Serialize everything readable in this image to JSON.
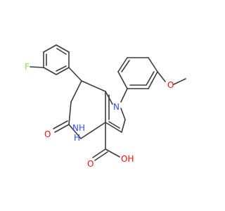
{
  "molecule": {
    "colors": {
      "bond": "#3c3c3c",
      "carbon_text": "#3c3c3c",
      "oxygen": "#ff0d0d",
      "nitrogen": "#3050f8",
      "fluorine": "#90e050"
    },
    "labels": {
      "fluorine": "F",
      "methoxy_oxygen": "O",
      "ring_nitrogen": "N",
      "lactam_nh": "NH",
      "ring_h": "H",
      "lactam_oxygen": "O",
      "acid_carbonyl_oxygen": "O",
      "acid_hydroxyl": "OH"
    }
  }
}
